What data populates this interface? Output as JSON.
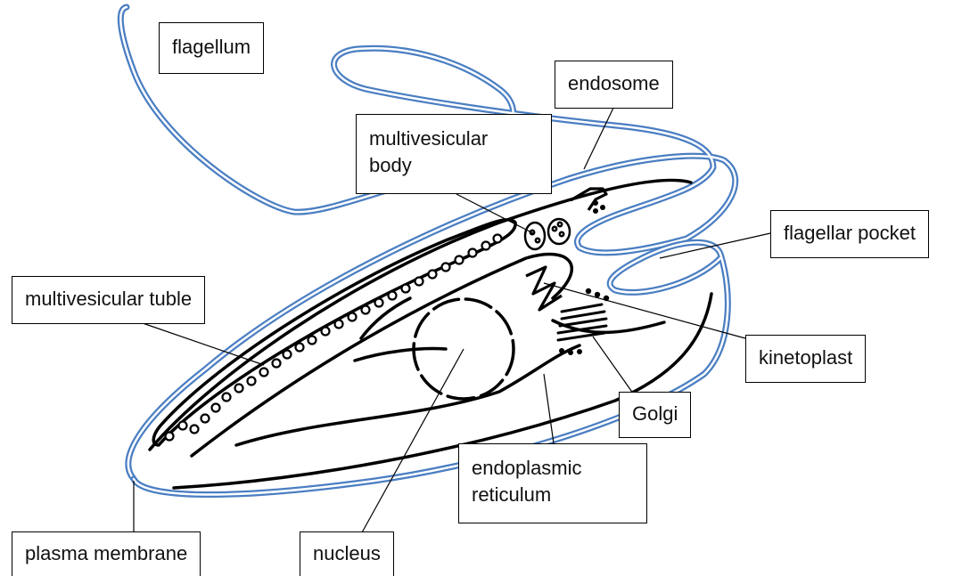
{
  "labels": {
    "flagellum": "flagellum",
    "endosome": "endosome",
    "multivesicular_body": [
      "multivesicular",
      "body"
    ],
    "flagellar_pocket": "flagellar pocket",
    "multivesicular_tuble": "multivesicular tuble",
    "kinetoplast": "kinetoplast",
    "golgi": "Golgi",
    "endoplasmic_reticulum": [
      "endoplasmic",
      "reticulum"
    ],
    "plasma_membrane": "plasma membrane",
    "nucleus": "nucleus"
  },
  "colors": {
    "membrane_outline": "#4a7ec2",
    "structure_ink": "#000000",
    "label_border": "#000000"
  }
}
